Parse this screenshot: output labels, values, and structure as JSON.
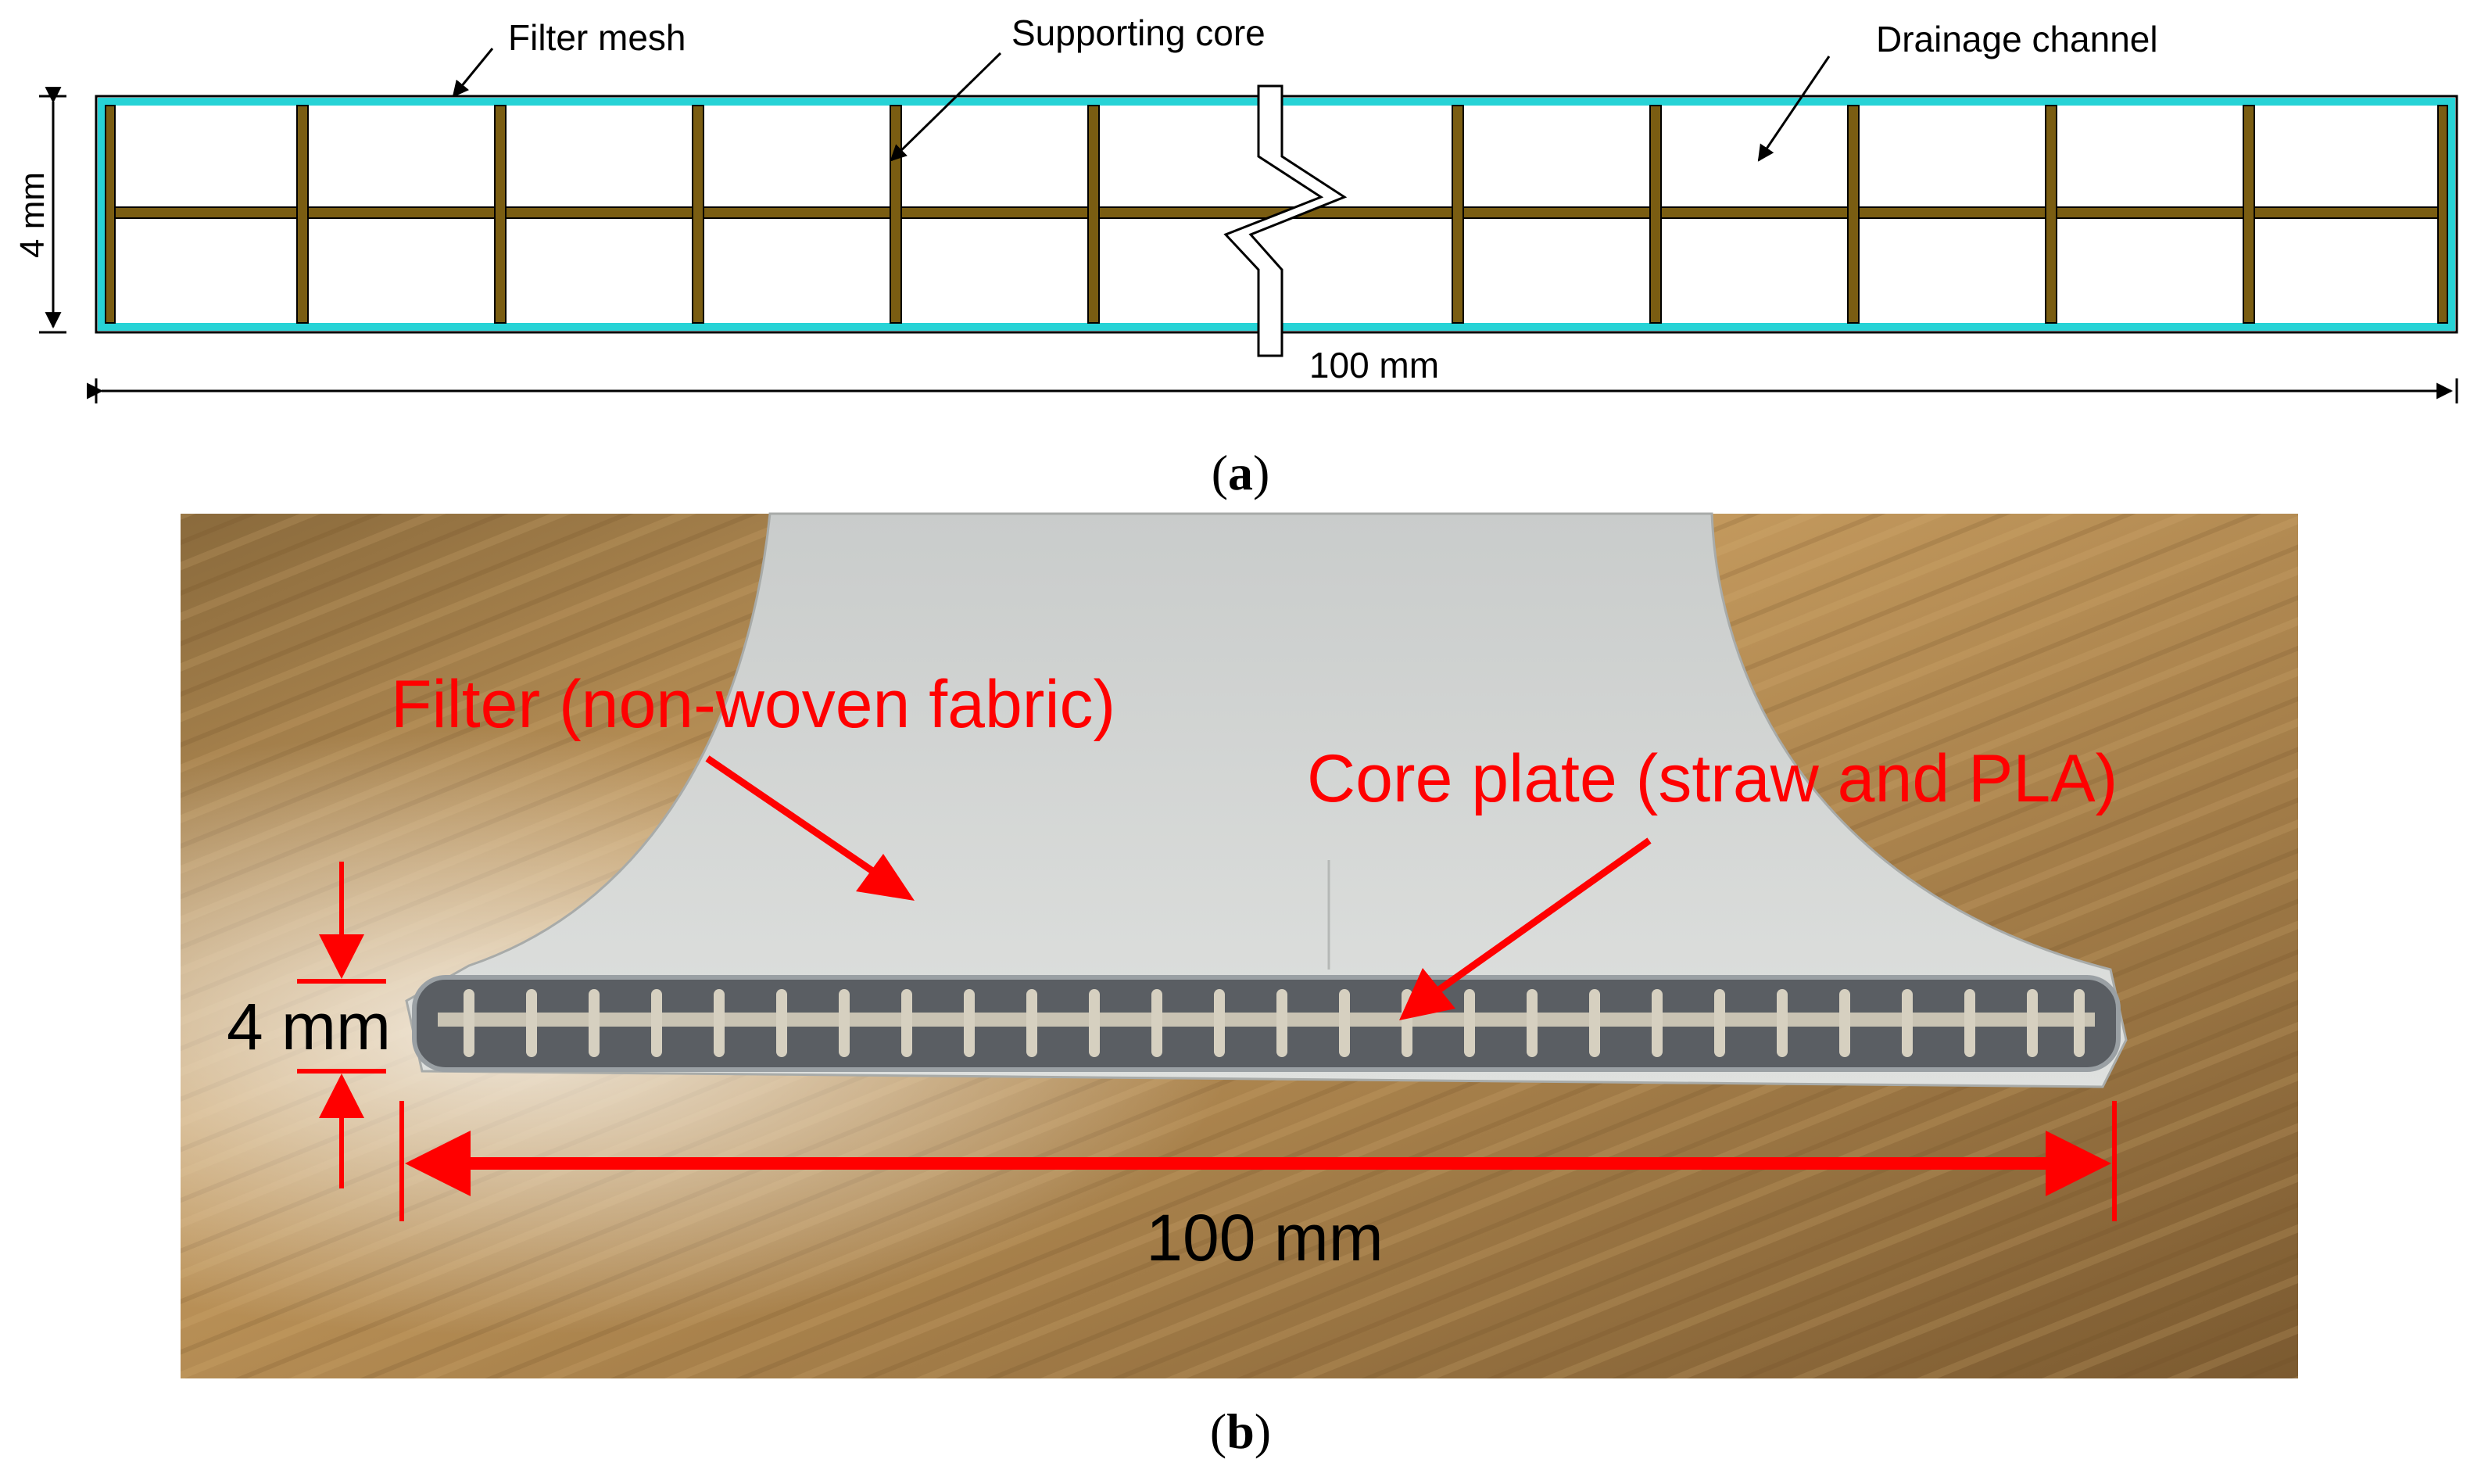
{
  "panel_a": {
    "caption_letter": "a",
    "labels": {
      "filter_mesh": "Filter mesh",
      "supporting_core": "Supporting core",
      "drainage_channel": "Drainage channel",
      "height": "4 mm",
      "width": "100 mm"
    },
    "colors": {
      "mesh": "#27d3d6",
      "core": "#7a5d12"
    }
  },
  "panel_b": {
    "caption_letter": "b",
    "labels": {
      "filter": "Filter (non-woven fabric)",
      "core_plate": "Core plate (straw and PLA)",
      "height": "4 mm",
      "width": "100 mm"
    },
    "colors": {
      "annotation": "#ff0000"
    }
  }
}
